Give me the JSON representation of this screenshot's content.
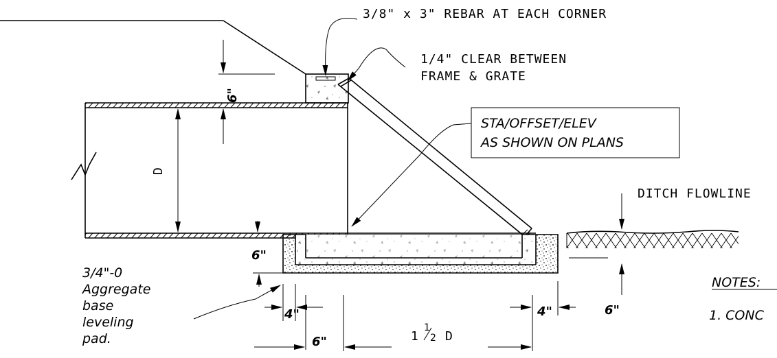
{
  "labels": {
    "rebar": "3/8\" x 3\" REBAR AT EACH CORNER",
    "clear_line1": "1/4\" CLEAR BETWEEN",
    "clear_line2": "FRAME & GRATE",
    "sta_line1": "STA/OFFSET/ELEV",
    "sta_line2": "AS SHOWN ON PLANS",
    "ditch": "DITCH FLOWLINE",
    "notes": "NOTES:",
    "note1": "1.  CONC",
    "aggregate_1": "3/4\"-0",
    "aggregate_2": "Aggregate",
    "aggregate_3": "base",
    "aggregate_4": "leveling",
    "aggregate_5": "pad.",
    "pipe_dia": "D"
  },
  "dimensions": {
    "top_thickness": "6\"",
    "bottom_thickness": "6\"",
    "right_thickness": "6\"",
    "left_offset_4": "4\"",
    "right_offset_4": "4\"",
    "left_offset_6": "6\"",
    "width_whole": "1",
    "width_num": "1",
    "width_den": "2",
    "width_unit": "D"
  }
}
